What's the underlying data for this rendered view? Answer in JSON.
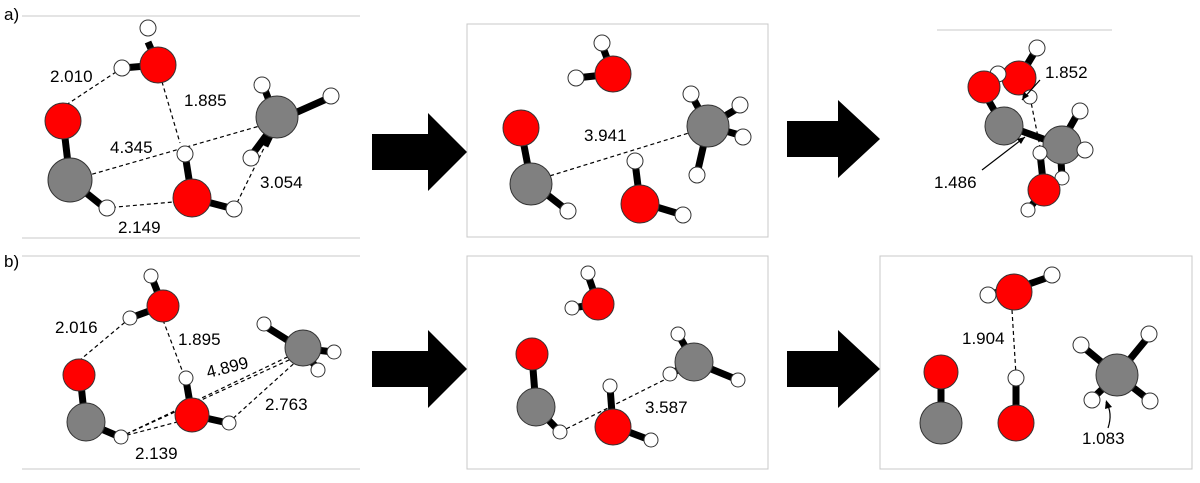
{
  "panels": {
    "a": {
      "label": "a)"
    },
    "b": {
      "label": "b)"
    }
  },
  "distances": {
    "a1": [
      "2.010",
      "1.885",
      "4.345",
      "3.054",
      "2.149"
    ],
    "a2": [
      "3.941"
    ],
    "a3": [
      "1.852",
      "1.486"
    ],
    "b1": [
      "2.016",
      "1.895",
      "4.899",
      "2.763",
      "2.139"
    ],
    "b2": [
      "3.587"
    ],
    "b3": [
      "1.904",
      "1.083"
    ]
  },
  "colors": {
    "oxygen": "#ff0000",
    "carbon": "#808080",
    "hydrogen": "#ffffff",
    "arrow": "#000000"
  },
  "icons": {
    "process_arrow": "right-arrow-icon"
  }
}
